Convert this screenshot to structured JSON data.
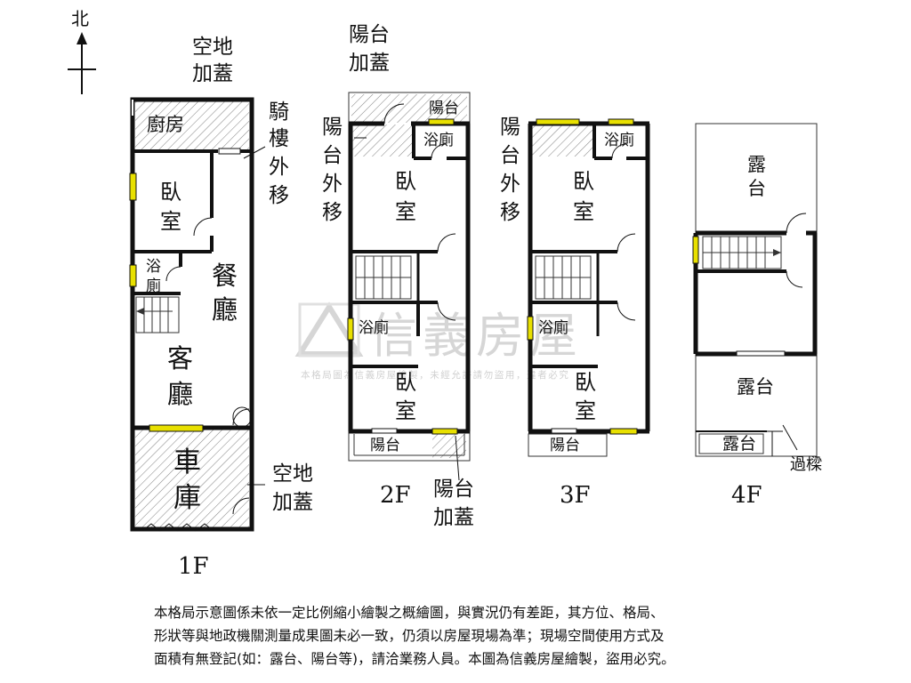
{
  "compass": {
    "north": "北"
  },
  "watermark": {
    "brand": "信義房屋",
    "notice": "本格局圖為信義房屋繪製，未經允許請勿盜用，違者必究"
  },
  "floors": {
    "f1": {
      "label": "1F",
      "rooms": {
        "kitchen": "廚房",
        "bedroom_1": "臥",
        "bedroom_2": "室",
        "bath_1": "浴",
        "bath_2": "廁",
        "dining_1": "餐",
        "dining_2": "廳",
        "living_1": "客",
        "living_2": "廳",
        "garage_1": "車",
        "garage_2": "庫"
      },
      "annotations": {
        "rear_lot_1": "空地",
        "rear_lot_2": "加蓋",
        "arcade_1": "騎",
        "arcade_2": "樓",
        "arcade_3": "外",
        "arcade_4": "移",
        "front_lot_1": "空地",
        "front_lot_2": "加蓋"
      }
    },
    "f2": {
      "label": "2F",
      "rooms": {
        "balcony_top": "陽台",
        "bath_top": "浴廁",
        "bedroom_top_1": "臥",
        "bedroom_top_2": "室",
        "bath_mid": "浴廁",
        "bedroom_bottom_1": "臥",
        "bedroom_bottom_2": "室",
        "balcony_bottom": "陽台"
      },
      "annotations": {
        "top_1": "陽台",
        "top_2": "加蓋",
        "side_1": "陽",
        "side_2": "台",
        "side_3": "外",
        "side_4": "移",
        "bottom_1": "陽台",
        "bottom_2": "加蓋"
      }
    },
    "f3": {
      "label": "3F",
      "rooms": {
        "bath_top": "浴廁",
        "bedroom_top_1": "臥",
        "bedroom_top_2": "室",
        "bath_mid": "浴廁",
        "bedroom_bottom_1": "臥",
        "bedroom_bottom_2": "室",
        "balcony_bottom": "陽台"
      },
      "annotations": {
        "side_1": "陽",
        "side_2": "台",
        "side_3": "外",
        "side_4": "移"
      }
    },
    "f4": {
      "label": "4F",
      "rooms": {
        "terrace_top_1": "露",
        "terrace_top_2": "台",
        "terrace_mid": "露台",
        "terrace_bottom": "露台"
      },
      "annotations": {
        "beam": "過樑"
      }
    }
  },
  "disclaimer": {
    "line1": "本格局示意圖係未依一定比例縮小繪製之概繪圖，與實況仍有差距，其方位、格局、",
    "line2": "形狀等與地政機關測量成果圖未必一致，仍須以房屋現場為準；現場空間使用方式及",
    "line3": "面積有無登記(如：露台、陽台等)，請洽業務人員。本圖為信義房屋繪製，盜用必究。"
  },
  "colors": {
    "wall": "#111111",
    "window": "#e8e000",
    "hatch": "#8a8a8a",
    "watermark": "#b5b5b5"
  }
}
